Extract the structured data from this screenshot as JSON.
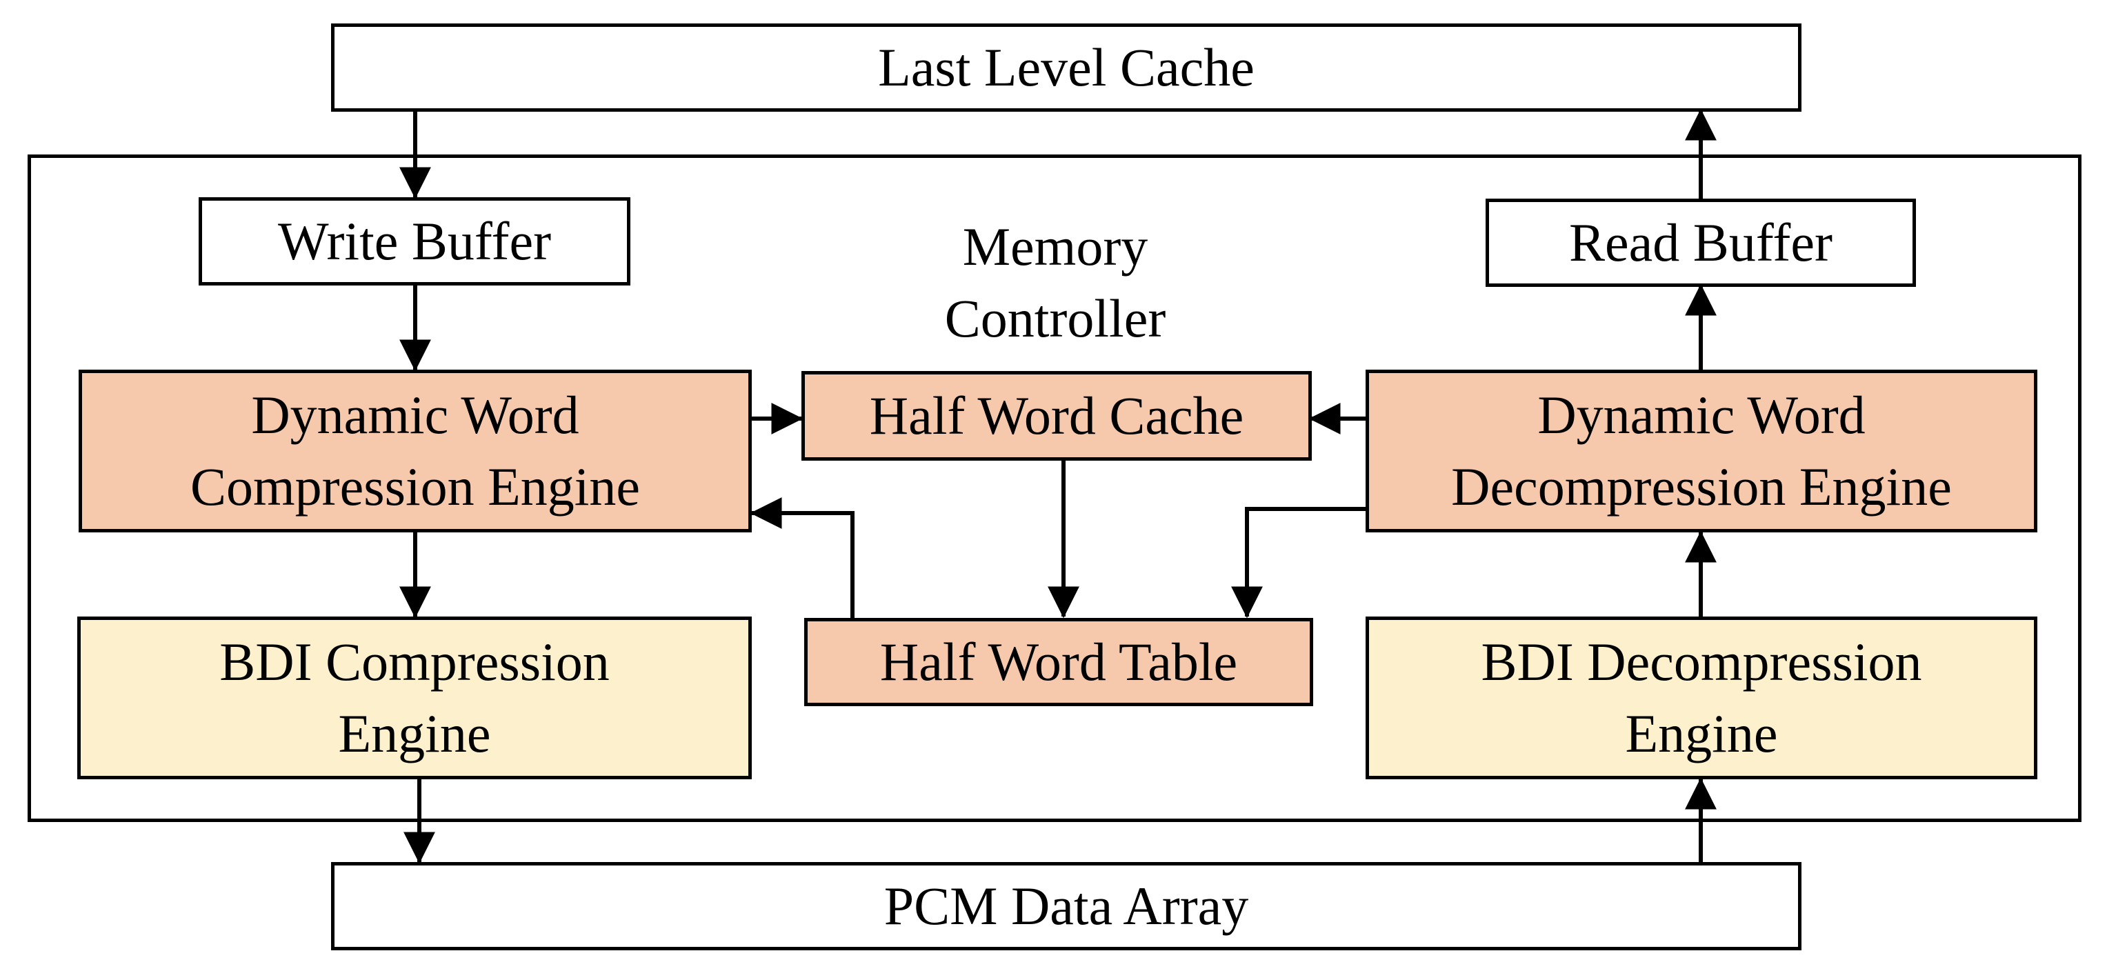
{
  "diagram": {
    "last_level_cache": "Last Level Cache",
    "memory_controller": "Memory\nController",
    "write_buffer": "Write Buffer",
    "read_buffer": "Read Buffer",
    "dw_compression": "Dynamic Word\nCompression Engine",
    "half_word_cache": "Half Word Cache",
    "dw_decompression": "Dynamic Word\nDecompression Engine",
    "bdi_compression": "BDI Compression\nEngine",
    "half_word_table": "Half Word Table",
    "bdi_decompression": "BDI Decompression\nEngine",
    "pcm_data_array": "PCM Data Array"
  },
  "colors": {
    "stroke": "#000000",
    "dynamic_word_fill": "#f6c8ac",
    "bdi_fill": "#fdf0cc",
    "plain_fill": "#ffffff"
  }
}
